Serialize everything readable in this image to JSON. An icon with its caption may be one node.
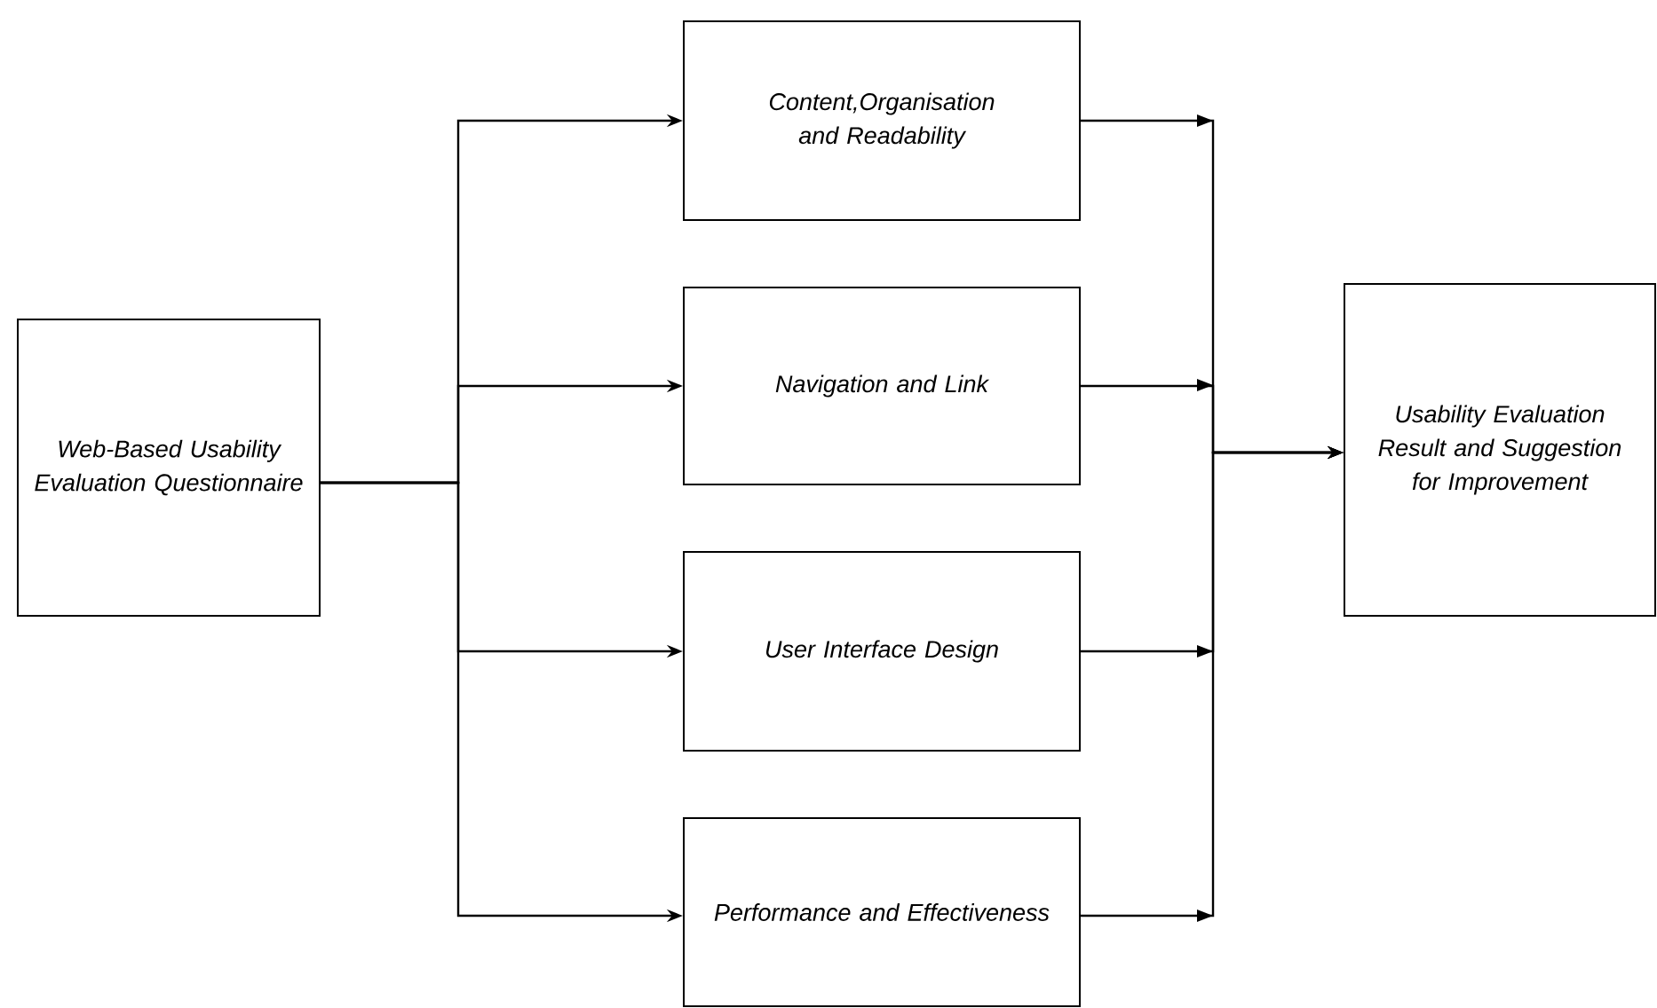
{
  "diagram": {
    "nodes": [
      {
        "text": [
          "Web-Based Usability Evaluation Questionnaire"
        ]
      },
      {
        "text": [
          "Content,Organisation and Readability"
        ]
      },
      {
        "text": [
          "Navigation and Link"
        ]
      },
      {
        "text": [
          "User Interface Design"
        ]
      },
      {
        "text": [
          "Performance and Effectiveness"
        ]
      },
      {
        "text": [
          "Usability Evaluation Result and Suggestion for Improvement"
        ]
      }
    ],
    "edges": [
      {
        "from": 0,
        "to": 1,
        "arrow": "to"
      },
      {
        "from": 0,
        "to": 2,
        "arrow": "to"
      },
      {
        "from": 0,
        "to": 3,
        "arrow": "to"
      },
      {
        "from": 0,
        "to": 4,
        "arrow": "to"
      },
      {
        "from": 1,
        "to": 5,
        "arrow": "to"
      },
      {
        "from": 2,
        "to": 5,
        "arrow": "to"
      },
      {
        "from": 3,
        "to": 5,
        "arrow": "to"
      },
      {
        "from": 4,
        "to": 5,
        "arrow": "to"
      }
    ]
  }
}
